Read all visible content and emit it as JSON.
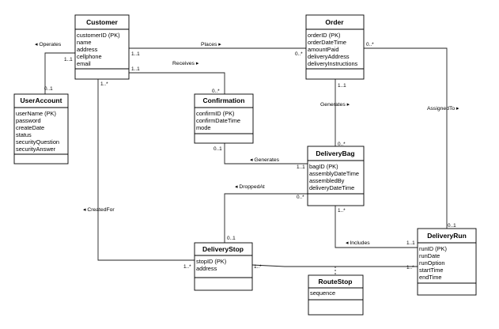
{
  "classes": {
    "customer": {
      "name": "Customer",
      "attrs": [
        "customerID (PK)",
        "name",
        "address",
        "cellphone",
        "email"
      ]
    },
    "order": {
      "name": "Order",
      "attrs": [
        "orderID (PK)",
        "orderDateTime",
        "amountPaid",
        "deliveryAddress",
        "deliveryInstructions"
      ]
    },
    "useraccount": {
      "name": "UserAccount",
      "attrs": [
        "userName (PK)",
        "password",
        "createDate",
        "status",
        "securityQuestion",
        "securityAnswer"
      ]
    },
    "confirmation": {
      "name": "Confirmation",
      "attrs": [
        "confirmID (PK)",
        "confirmDateTime",
        "mode"
      ]
    },
    "deliverybag": {
      "name": "DeliveryBag",
      "attrs": [
        "bagID (PK)",
        "assemblyDateTime",
        "assembledBy",
        "deliveryDateTime"
      ]
    },
    "deliverystop": {
      "name": "DeliveryStop",
      "attrs": [
        "stopID (PK)",
        "address"
      ]
    },
    "deliveryrun": {
      "name": "DeliveryRun",
      "attrs": [
        "runID (PK)",
        "runDate",
        "runOption",
        "startTime",
        "endTime"
      ]
    },
    "routestop": {
      "name": "RouteStop",
      "attrs": [
        "sequence"
      ]
    }
  },
  "associations": {
    "operates": {
      "label": "Operates",
      "mult_a": "1..1",
      "mult_b": "0..1"
    },
    "places": {
      "label": "Places",
      "mult_a": "1..1",
      "mult_b": "0..*"
    },
    "receives": {
      "label": "Receives",
      "mult_a": "1..1",
      "mult_b": "0..*"
    },
    "assignedto": {
      "label": "AssignedTo",
      "mult_a": "0..*",
      "mult_b": "0..1"
    },
    "generates_order": {
      "label": "Generates",
      "mult_a": "1..1",
      "mult_b": "0..*"
    },
    "generates_conf": {
      "label": "Generates",
      "mult_a": "0..1",
      "mult_b": "1..1"
    },
    "droppedat": {
      "label": "DroppedAt",
      "mult_a": "0..*",
      "mult_b": "0..1"
    },
    "createdfor": {
      "label": "CreatedFor",
      "mult_a": "1..*",
      "mult_b": "1..*"
    },
    "includes": {
      "label": "Includes",
      "mult_a": "1..*",
      "mult_b": "1..1"
    },
    "stop_run": {
      "mult_a": "1..*",
      "mult_b": "1..*"
    }
  }
}
